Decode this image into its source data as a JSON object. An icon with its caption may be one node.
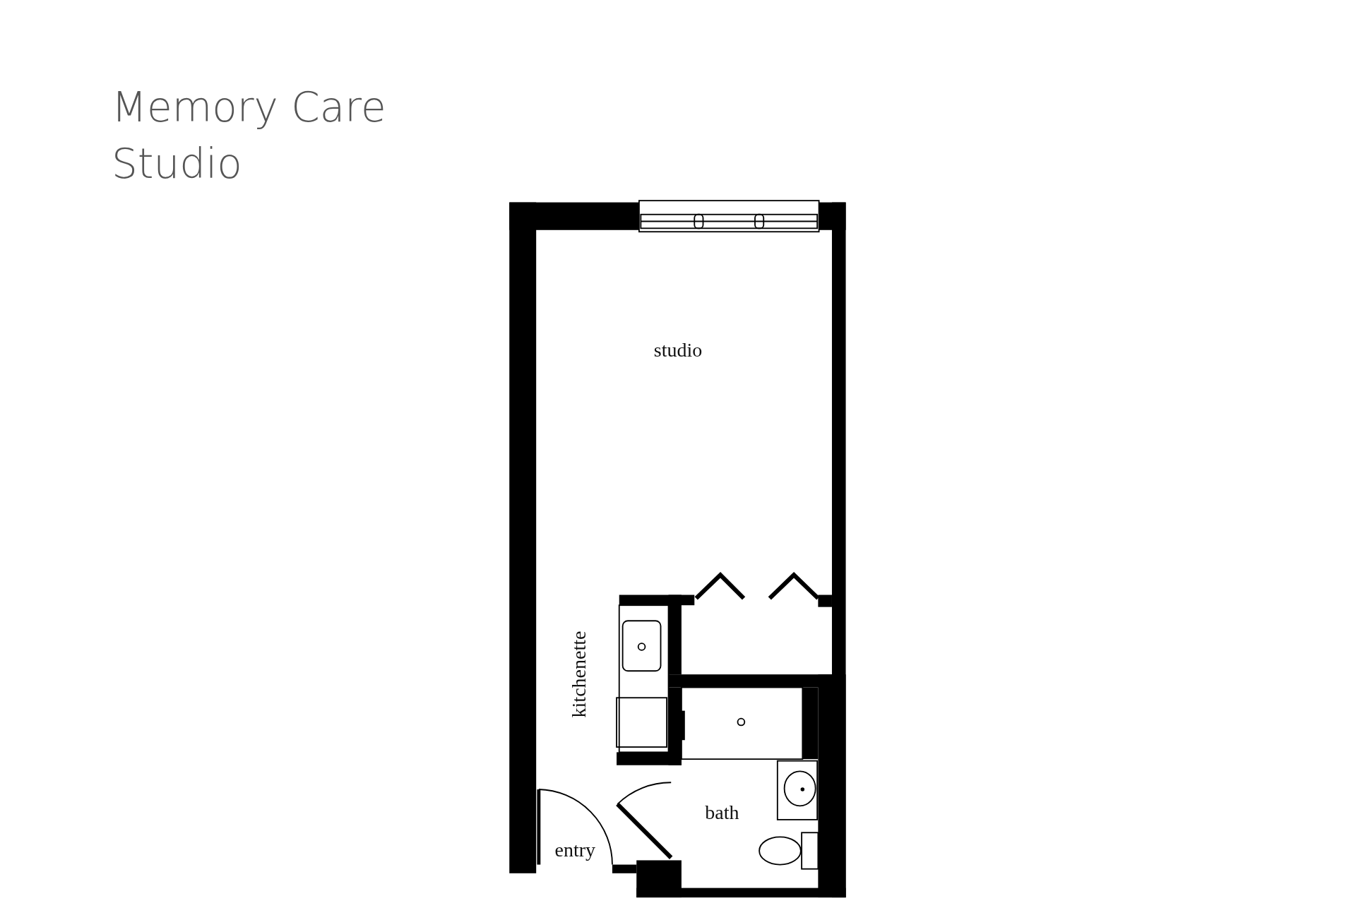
{
  "diagram": {
    "title": "Memory Care Studio",
    "labels": [
      "studio",
      "kitchenette",
      "bath",
      "entry"
    ]
  }
}
